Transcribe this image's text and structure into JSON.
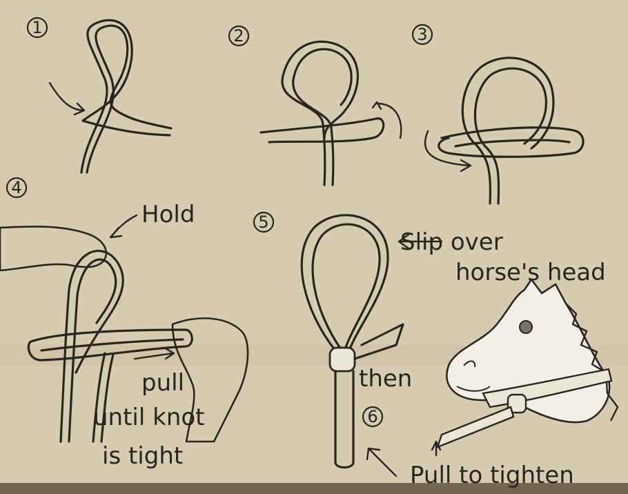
{
  "steps": [
    {
      "number": "1"
    },
    {
      "number": "2"
    },
    {
      "number": "3"
    },
    {
      "number": "4"
    },
    {
      "number": "5"
    },
    {
      "number": "6"
    }
  ],
  "labels": {
    "hold": "Hold",
    "pull_line1": "pull",
    "pull_line2": "until knot",
    "pull_line3": "is tight",
    "slip_line1": "Slip over",
    "slip_line2": "horse's head",
    "then": "then",
    "pull_to_tighten": "Pull to tighten"
  },
  "colors": {
    "paper": "#d6ccb2",
    "ink": "#2a241c",
    "horse_fill": "#f2efe6",
    "hand_fill": "#f4f1ea",
    "rope_fill": "#ebe6da"
  }
}
